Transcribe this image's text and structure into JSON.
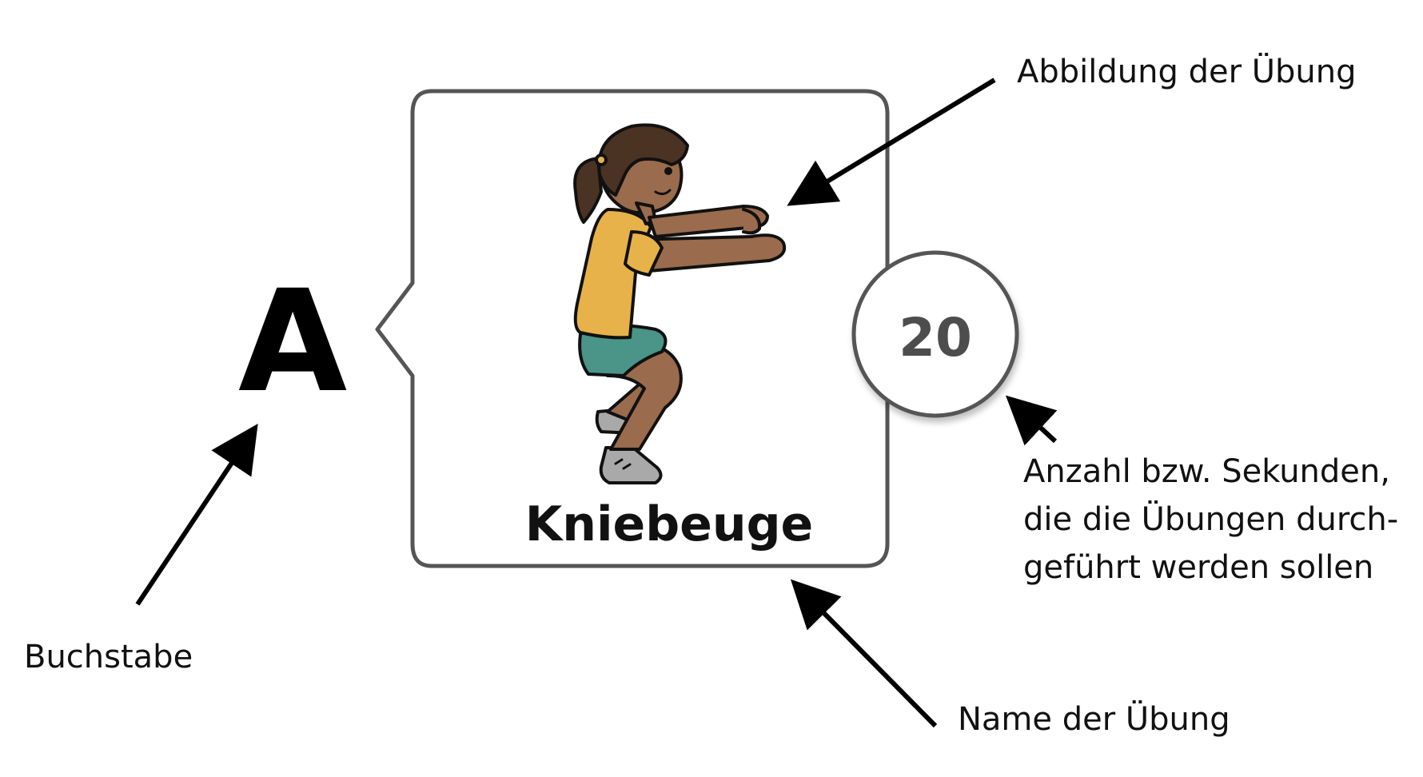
{
  "card": {
    "letter": "A",
    "count": "20",
    "exercise_name": "Kniebeuge",
    "illustration": "girl-squat-exercise-illustration"
  },
  "annotations": {
    "illustration_label": "Abbildung der Übung",
    "letter_label": "Buchstabe",
    "count_label_lines": [
      "Anzahl bzw. Sekunden,",
      "die die Übungen durch-",
      "geführt werden sollen"
    ],
    "name_label": "Name der Übung"
  },
  "colors": {
    "card_border": "#555555",
    "arrow": "#000000",
    "shirt": "#e8b24a",
    "shorts": "#4a9488",
    "skin": "#9a6b4c",
    "hair": "#4a3322",
    "shoe": "#a9a9a9"
  }
}
